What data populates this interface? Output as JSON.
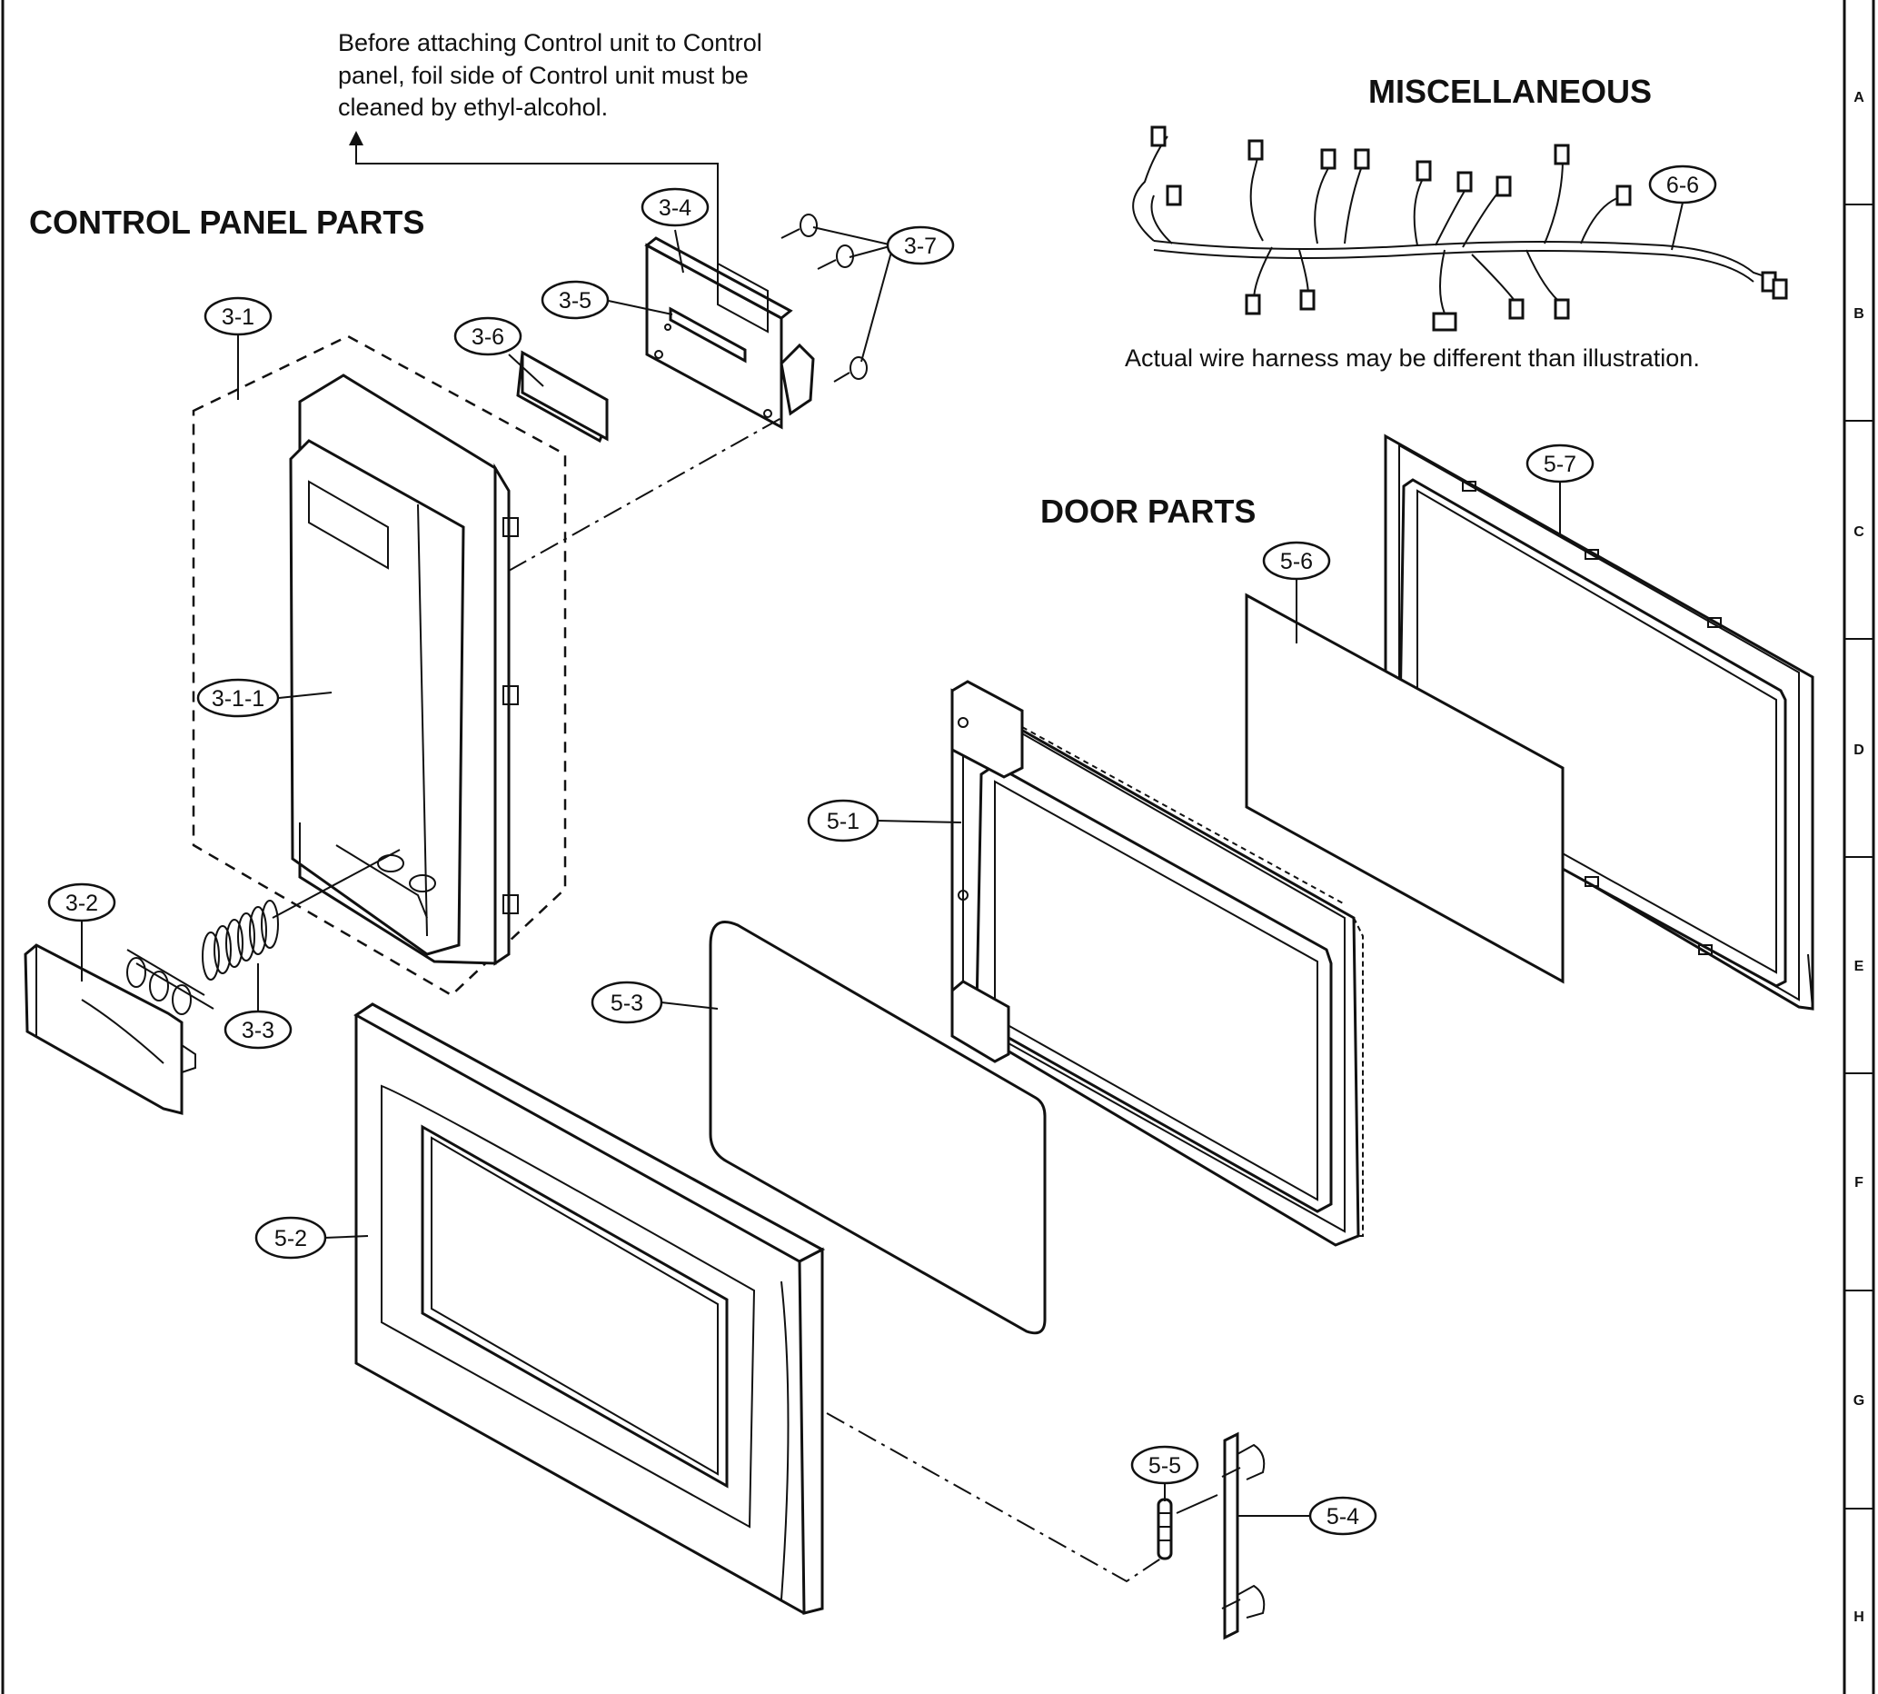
{
  "headings": {
    "control_panel": "CONTROL PANEL PARTS",
    "miscellaneous": "MISCELLANEOUS",
    "door": "DOOR PARTS"
  },
  "notes": {
    "control_unit": [
      "Before attaching Control unit to Control",
      "panel, foil side of Control unit must be",
      "cleaned by ethyl-alcohol."
    ],
    "wire_harness": "Actual wire harness may be different than illustration."
  },
  "callouts": {
    "c3_1": "3-1",
    "c3_1_1": "3-1-1",
    "c3_2": "3-2",
    "c3_3": "3-3",
    "c3_4": "3-4",
    "c3_5": "3-5",
    "c3_6": "3-6",
    "c3_7": "3-7",
    "c5_1": "5-1",
    "c5_2": "5-2",
    "c5_3": "5-3",
    "c5_4": "5-4",
    "c5_5": "5-5",
    "c5_6": "5-6",
    "c5_7": "5-7",
    "c6_6": "6-6"
  },
  "grid_rows": [
    "A",
    "B",
    "C",
    "D",
    "E",
    "F",
    "G",
    "H"
  ]
}
